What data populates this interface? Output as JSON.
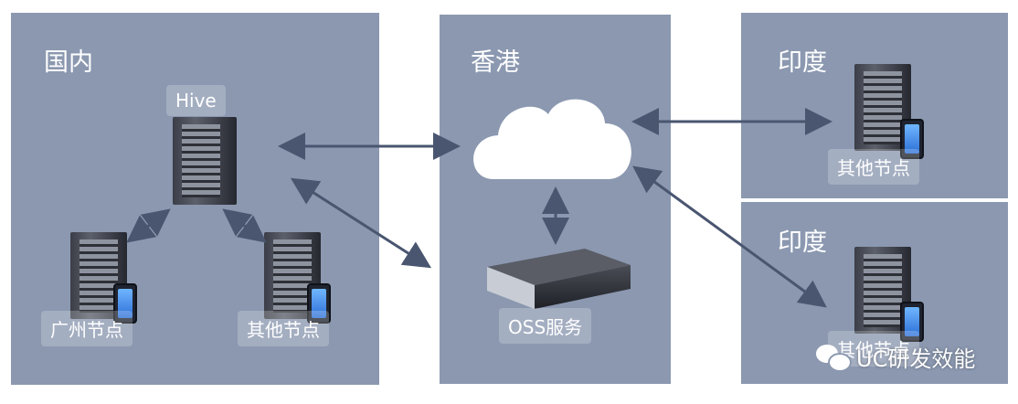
{
  "regions": {
    "domestic": "国内",
    "hongkong": "香港",
    "india_top": "印度",
    "india_bottom": "印度"
  },
  "nodes": {
    "hive": "Hive",
    "guangzhou": "广州节点",
    "other_domestic": "其他节点",
    "oss": "OSS服务",
    "india_top_other": "其他节点",
    "india_bottom_other": "其他节点"
  },
  "watermark": "UC研发效能",
  "colors": {
    "panel": "#8b98b0",
    "arrow": "#4a5670",
    "cloud": "#ffffff"
  }
}
